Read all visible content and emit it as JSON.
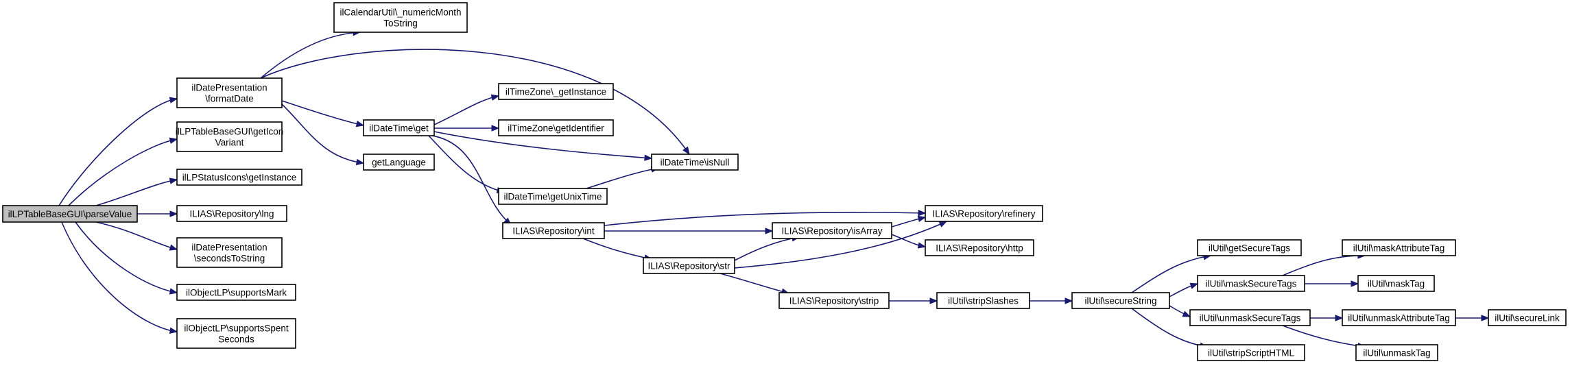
{
  "diagram": {
    "nodes": [
      {
        "id": "root",
        "lines": [
          "ilLPTableBaseGUI\\parseValue"
        ],
        "root": true
      },
      {
        "id": "formatDate",
        "lines": [
          "ilDatePresentation",
          "\\formatDate"
        ]
      },
      {
        "id": "getIconVariant",
        "lines": [
          "ilLPTableBaseGUI\\getIcon",
          "Variant"
        ]
      },
      {
        "id": "statusGetInstance",
        "lines": [
          "ilLPStatusIcons\\getInstance"
        ]
      },
      {
        "id": "lng",
        "lines": [
          "ILIAS\\Repository\\lng"
        ]
      },
      {
        "id": "secondsToString",
        "lines": [
          "ilDatePresentation",
          "\\secondsToString"
        ]
      },
      {
        "id": "supportsMark",
        "lines": [
          "ilObjectLP\\supportsMark"
        ]
      },
      {
        "id": "supportsSpent",
        "lines": [
          "ilObjectLP\\supportsSpent",
          "Seconds"
        ]
      },
      {
        "id": "numericMonth",
        "lines": [
          "ilCalendarUtil\\_numericMonth",
          "ToString"
        ]
      },
      {
        "id": "dtGet",
        "lines": [
          "ilDateTime\\get"
        ]
      },
      {
        "id": "getLanguage",
        "lines": [
          "getLanguage"
        ]
      },
      {
        "id": "tzGetInstance",
        "lines": [
          "ilTimeZone\\_getInstance"
        ]
      },
      {
        "id": "tzGetIdentifier",
        "lines": [
          "ilTimeZone\\getIdentifier"
        ]
      },
      {
        "id": "isNull",
        "lines": [
          "ilDateTime\\isNull"
        ]
      },
      {
        "id": "getUnixTime",
        "lines": [
          "ilDateTime\\getUnixTime"
        ]
      },
      {
        "id": "repoInt",
        "lines": [
          "ILIAS\\Repository\\int"
        ]
      },
      {
        "id": "repoStr",
        "lines": [
          "ILIAS\\Repository\\str"
        ]
      },
      {
        "id": "isArray",
        "lines": [
          "ILIAS\\Repository\\isArray"
        ]
      },
      {
        "id": "refinery",
        "lines": [
          "ILIAS\\Repository\\refinery"
        ]
      },
      {
        "id": "http",
        "lines": [
          "ILIAS\\Repository\\http"
        ]
      },
      {
        "id": "strip",
        "lines": [
          "ILIAS\\Repository\\strip"
        ]
      },
      {
        "id": "stripSlashes",
        "lines": [
          "ilUtil\\stripSlashes"
        ]
      },
      {
        "id": "secureString",
        "lines": [
          "ilUtil\\secureString"
        ]
      },
      {
        "id": "getSecureTags",
        "lines": [
          "ilUtil\\getSecureTags"
        ]
      },
      {
        "id": "maskSecureTags",
        "lines": [
          "ilUtil\\maskSecureTags"
        ]
      },
      {
        "id": "unmaskSecureTags",
        "lines": [
          "ilUtil\\unmaskSecureTags"
        ]
      },
      {
        "id": "stripScriptHTML",
        "lines": [
          "ilUtil\\stripScriptHTML"
        ]
      },
      {
        "id": "maskAttributeTag",
        "lines": [
          "ilUtil\\maskAttributeTag"
        ]
      },
      {
        "id": "maskTag",
        "lines": [
          "ilUtil\\maskTag"
        ]
      },
      {
        "id": "unmaskAttributeTag",
        "lines": [
          "ilUtil\\unmaskAttributeTag"
        ]
      },
      {
        "id": "unmaskTag",
        "lines": [
          "ilUtil\\unmaskTag"
        ]
      },
      {
        "id": "secureLink",
        "lines": [
          "ilUtil\\secureLink"
        ]
      }
    ],
    "edges": [
      {
        "from": "root",
        "to": "formatDate"
      },
      {
        "from": "root",
        "to": "getIconVariant"
      },
      {
        "from": "root",
        "to": "statusGetInstance"
      },
      {
        "from": "root",
        "to": "lng"
      },
      {
        "from": "root",
        "to": "secondsToString"
      },
      {
        "from": "root",
        "to": "supportsMark"
      },
      {
        "from": "root",
        "to": "supportsSpent"
      },
      {
        "from": "formatDate",
        "to": "numericMonth"
      },
      {
        "from": "formatDate",
        "to": "dtGet"
      },
      {
        "from": "formatDate",
        "to": "getLanguage"
      },
      {
        "from": "formatDate",
        "to": "isNull"
      },
      {
        "from": "dtGet",
        "to": "tzGetInstance"
      },
      {
        "from": "dtGet",
        "to": "tzGetIdentifier"
      },
      {
        "from": "dtGet",
        "to": "isNull"
      },
      {
        "from": "dtGet",
        "to": "getUnixTime"
      },
      {
        "from": "dtGet",
        "to": "repoInt"
      },
      {
        "from": "getUnixTime",
        "to": "isNull"
      },
      {
        "from": "repoInt",
        "to": "isArray"
      },
      {
        "from": "repoInt",
        "to": "refinery"
      },
      {
        "from": "repoInt",
        "to": "repoStr"
      },
      {
        "from": "repoStr",
        "to": "isArray"
      },
      {
        "from": "repoStr",
        "to": "refinery"
      },
      {
        "from": "repoStr",
        "to": "strip"
      },
      {
        "from": "isArray",
        "to": "refinery"
      },
      {
        "from": "isArray",
        "to": "http"
      },
      {
        "from": "strip",
        "to": "stripSlashes"
      },
      {
        "from": "stripSlashes",
        "to": "secureString"
      },
      {
        "from": "secureString",
        "to": "getSecureTags"
      },
      {
        "from": "secureString",
        "to": "maskSecureTags"
      },
      {
        "from": "secureString",
        "to": "unmaskSecureTags"
      },
      {
        "from": "secureString",
        "to": "stripScriptHTML"
      },
      {
        "from": "maskSecureTags",
        "to": "maskAttributeTag"
      },
      {
        "from": "maskSecureTags",
        "to": "maskTag"
      },
      {
        "from": "unmaskSecureTags",
        "to": "unmaskAttributeTag"
      },
      {
        "from": "unmaskSecureTags",
        "to": "unmaskTag"
      },
      {
        "from": "unmaskAttributeTag",
        "to": "secureLink"
      }
    ]
  }
}
